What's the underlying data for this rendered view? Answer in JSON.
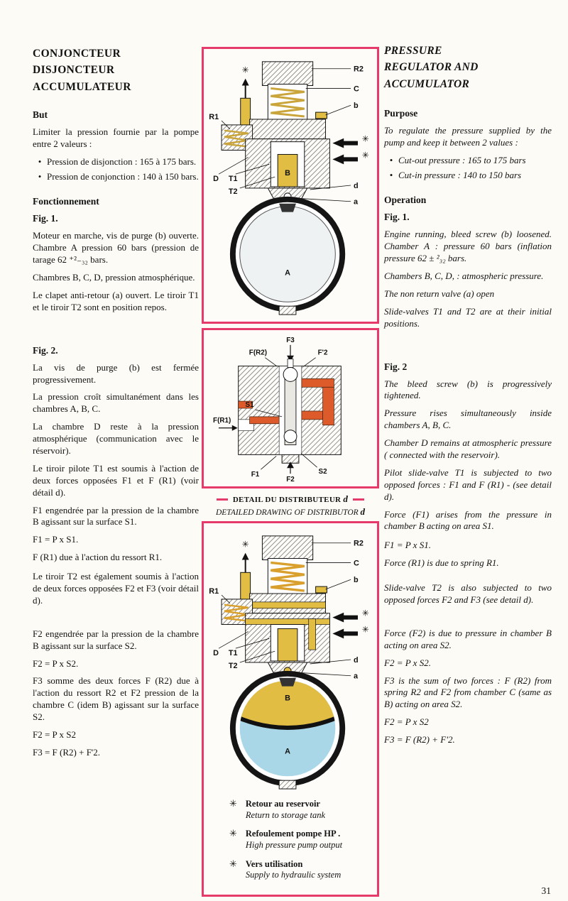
{
  "glyphs": {
    "bullet": "•",
    "asterisk": "✳"
  },
  "colors": {
    "accent_pink": "#e63a6a",
    "diagram_yellow": "#e2bd44",
    "diagram_orange": "#dd5a2a",
    "diagram_blue": "#a9d7e8"
  },
  "page": {
    "number": "31"
  },
  "left": {
    "title_lines": [
      "CONJONCTEUR",
      "DISJONCTEUR",
      "ACCUMULATEUR"
    ],
    "but_heading": "But",
    "but_intro": "Limiter la pression fournie par la pompe entre 2 valeurs :",
    "bullets": [
      "Pression de disjonction : 165 à 175 bars.",
      "Pression de conjonction : 140 à 150 bars."
    ],
    "fonctionnement_heading": "Fonctionnement",
    "fig1_heading": "Fig. 1.",
    "fig1_paras": [
      "Moteur en marche, vis de purge (b) ouverte. Chambre A pression 60 bars (pression de tarage 62 ⁺²₋₃₂ bars.",
      "Chambres B, C, D, pression atmosphérique.",
      "Le clapet anti-retour (a) ouvert. Le tiroir T1 et le tiroir T2 sont en position repos."
    ],
    "fig2_heading": "Fig. 2.",
    "fig2_paras": [
      "La vis de purge (b) est fermée progressivement.",
      "La pression croît simultanément dans les chambres A, B, C.",
      "La chambre D reste à la pression atmosphérique (communication avec le réservoir).",
      "Le tiroir pilote T1 est soumis à l'action de deux forces opposées F1 et F (R1) (voir détail d).",
      "F1 engendrée par la pression de la chambre B agissant sur la surface S1.",
      "F1 = P x S1.",
      "F (R1) due à l'action du ressort R1.",
      "Le tiroir T2 est également soumis à l'action de deux forces opposées F2 et F3 (voir détail d).",
      "F2 engendrée par la pression de la chambre B agissant sur la surface S2.",
      "F2 = P x S2.",
      "F3 somme des deux forces F (R2) due à l'action du ressort R2 et F2 pression de la chambre C (idem B) agissant sur la surface S2.",
      "F2 = P x S2",
      "F3 = F (R2) + F'2."
    ]
  },
  "right": {
    "title_lines": [
      "PRESSURE",
      "REGULATOR AND",
      "ACCUMULATOR"
    ],
    "purpose_heading": "Purpose",
    "purpose_intro": "To regulate the pressure supplied by the pump and keep it between 2 values :",
    "bullets": [
      "Cut-out pressure : 165 to 175 bars",
      "Cut-in pressure : 140 to 150 bars"
    ],
    "operation_heading": "Operation",
    "fig1_heading": "Fig. 1.",
    "fig1_paras": [
      "Engine running, bleed screw (b) loosened. Chamber A : pressure 60 bars (inflation pressure 62 ± ²₃₂ bars.",
      "Chambers B, C, D, : atmospheric pressure.",
      "The non return valve (a) open",
      "Slide-valves T1 and T2 are at their initial positions."
    ],
    "fig2_heading": "Fig. 2",
    "fig2_paras": [
      "The bleed screw (b) is progressively tightened.",
      "Pressure rises simultaneously inside chambers A, B, C.",
      "Chamber D remains at atmospheric pressure ( connected with the reservoir).",
      "Pilot slide-valve T1 is subjected to two opposed forces : F1 and F (R1) - (see detail d).",
      "Force (F1) arises from the pressure in chamber B acting on area S1.",
      "F1 = P x S1.",
      "Force (R1) is due to spring R1.",
      "Slide-valve T2 is also subjected to two opposed forces F2 and F3 (see detail d).",
      "Force (F2) is due to pressure in chamber B acting on area S2.",
      "F2 = P x S2.",
      "F3 is the sum of two forces : F (R2) from spring R2 and F2 from chamber C (same as B) acting on area S2.",
      "F2 = P x S2",
      "F3 = F (R2) + F'2."
    ]
  },
  "center": {
    "fig_top": {
      "labels": {
        "R2": "R2",
        "C": "C",
        "b": "b",
        "R1": "R1",
        "D": "D",
        "T1": "T1",
        "T2": "T2",
        "B": "B",
        "d": "d",
        "a": "a",
        "A": "A"
      }
    },
    "detail": {
      "labels": {
        "F3": "F3",
        "FR2": "F(R2)",
        "F2p": "F'2",
        "S1": "S1",
        "FR1": "F(R1)",
        "F1": "F1",
        "F2": "F2",
        "S2": "S2"
      },
      "caption_fr": "DETAIL DU DISTRIBUTEUR",
      "caption_fr_d": "d",
      "caption_en": "DETAILED DRAWING OF DISTRIBUTOR",
      "caption_en_d": "d"
    },
    "fig_bottom": {
      "labels": {
        "R2": "R2",
        "C": "C",
        "b": "b",
        "R1": "R1",
        "D": "D",
        "T1": "T1",
        "T2": "T2",
        "B": "B",
        "d": "d",
        "a": "a",
        "A": "A"
      }
    },
    "legend": [
      {
        "fr": "Retour au reservoir",
        "en": "Return to storage tank"
      },
      {
        "fr": "Refoulement pompe HP .",
        "en": "High pressure pump output"
      },
      {
        "fr": "Vers utilisation",
        "en": "Supply to hydraulic system"
      }
    ]
  }
}
